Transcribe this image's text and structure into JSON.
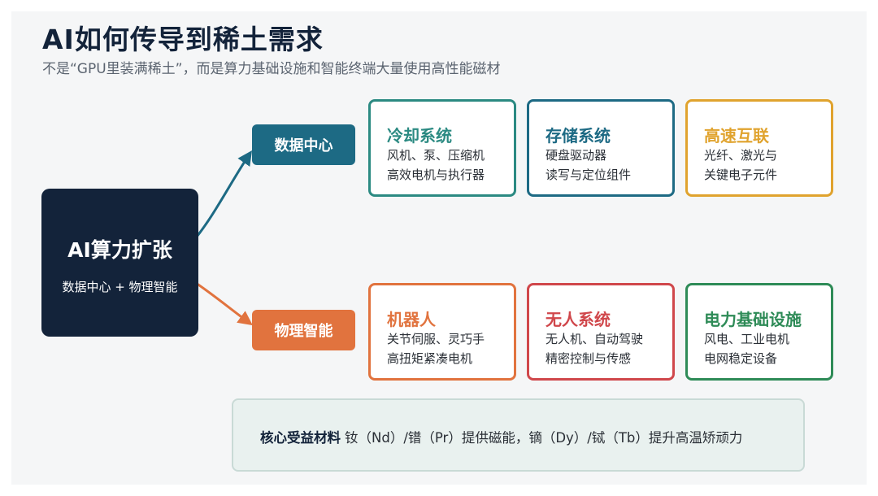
{
  "header": {
    "title": "AI如何传导到稀土需求",
    "subtitle": "不是“GPU里装满稀土”，而是算力基础设施和智能终端大量使用高性能磁材"
  },
  "core": {
    "title": "AI算力扩张",
    "subtitle": "数据中心 + 物理智能",
    "color": "#13233a"
  },
  "hubs": {
    "data_center": {
      "label": "数据中心",
      "color": "#1d6a84"
    },
    "physical_ai": {
      "label": "物理智能",
      "color": "#e1733e"
    }
  },
  "cards": [
    {
      "title": "冷却系统",
      "line1": "风机、泵、压缩机",
      "line2": "高效电机与执行器",
      "color": "#2b8a82"
    },
    {
      "title": "存储系统",
      "line1": "硬盘驱动器",
      "line2": "读写与定位组件",
      "color": "#1d6a84"
    },
    {
      "title": "高速互联",
      "line1": "光纤、激光与",
      "line2": "关键电子元件",
      "color": "#e0a32e"
    },
    {
      "title": "机器人",
      "line1": "关节伺服、灵巧手",
      "line2": "高扭矩紧凑电机",
      "color": "#e1733e"
    },
    {
      "title": "无人系统",
      "line1": "无人机、自动驾驶",
      "line2": "精密控制与传感",
      "color": "#d0474b"
    },
    {
      "title": "电力基础设施",
      "line1": "风电、工业电机",
      "line2": "电网稳定设备",
      "color": "#2e8b57"
    }
  ],
  "benefit": {
    "label": "核心受益材料",
    "text": "钕（Nd）/镨（Pr）提供磁能，镝（Dy）/铽（Tb）提升高温矫顽力"
  }
}
